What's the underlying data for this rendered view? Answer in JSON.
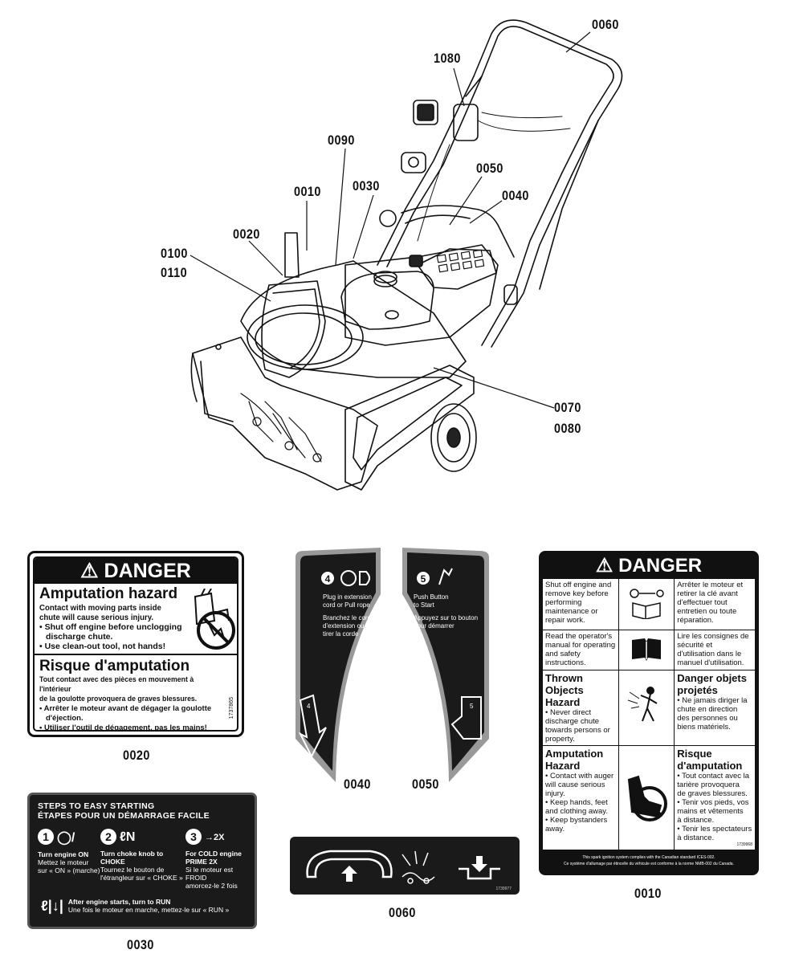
{
  "callouts": {
    "c0060_top": "0060",
    "c1080": "1080",
    "c0090": "0090",
    "c0050_top": "0050",
    "c0040_top": "0040",
    "c0010_top": "0010",
    "c0030_top": "0030",
    "c0020_top": "0020",
    "c0100": "0100",
    "c0110": "0110",
    "c0070": "0070",
    "c0080": "0080",
    "c0020_decal": "0020",
    "c0040_decal": "0040",
    "c0050_decal": "0050",
    "c0010_decal": "0010",
    "c0030_decal": "0030",
    "c0060_decal": "0060"
  },
  "decal_0020": {
    "banner": "DANGER",
    "heading_en": "Amputation hazard",
    "text_en_1": "Contact with moving parts inside",
    "text_en_2": "chute will cause serious injury.",
    "bullet_en_1a": "• Shut off engine before unclogging",
    "bullet_en_1b": "discharge chute.",
    "bullet_en_2": "• Use clean-out tool, not hands!",
    "heading_fr": "Risque d'amputation",
    "text_fr_1": "Tout contact avec des pièces en mouvement à l'intérieur",
    "text_fr_2": "de la goulotte provoquera de graves blessures.",
    "bullet_fr_1a": "• Arrêter le moteur avant de dégager la goulotte",
    "bullet_fr_1b": "d'éjection.",
    "bullet_fr_2": "• Utiliser l'outil de dégagement, pas les mains!",
    "part_code": "1737865"
  },
  "decal_0040": {
    "step": "4",
    "text_en_1": "Plug in extension",
    "text_en_2": "cord or Pull rope",
    "text_fr_1": "Branchez le cordon",
    "text_fr_2": "d'extension ou",
    "text_fr_3": "tirer la corde",
    "arrow_label": "4"
  },
  "decal_0050": {
    "step": "5",
    "text_en_1": "Push Button",
    "text_en_2": "to Start",
    "text_fr_1": "Appuyez sur to bouton",
    "text_fr_2": "pour démarrer",
    "arrow_label": "5"
  },
  "decal_0010": {
    "banner": "DANGER",
    "row1_en": [
      "Shut off engine and",
      "remove key before",
      "performing",
      "maintenance or",
      "repair work."
    ],
    "row1_fr": [
      "Arrêter le moteur et",
      "retirer la clé avant",
      "d'effectuer tout",
      "entretien ou toute",
      "réparation."
    ],
    "row2_en": [
      "Read the operator's",
      "manual for operating",
      "and safety",
      "instructions."
    ],
    "row2_fr": [
      "Lire les consignes de",
      "sécurité et",
      "d'utilisation dans le",
      "manuel d'utilisation."
    ],
    "row3_en_head": [
      "Thrown",
      "Objects Hazard"
    ],
    "row3_en": [
      "• Never direct",
      "discharge chute",
      "towards persons or",
      "property."
    ],
    "row3_fr_head": [
      "Danger objets",
      "projetés"
    ],
    "row3_fr": [
      "• Ne jamais diriger la",
      "chute en direction",
      "des personnes ou",
      "biens matériels."
    ],
    "row4_en_head": [
      "Amputation",
      "Hazard"
    ],
    "row4_en": [
      "• Contact with auger",
      "will cause serious",
      "injury.",
      "• Keep hands, feet",
      "and clothing away.",
      "• Keep bystanders",
      "away."
    ],
    "row4_fr_head": [
      "Risque",
      "d'amputation"
    ],
    "row4_fr": [
      "• Tout contact avec la",
      "tarière provoquera",
      "de graves blessures.",
      "• Tenir vos pieds, vos",
      "mains et vêtements",
      "à distance.",
      "• Tenir les spectateurs",
      "à distance."
    ],
    "part_code": "1739968",
    "footer_1": "This spark ignition system complies with the Canadian standard ICES-002.",
    "footer_2": "Ce système d'allumage par étincelle du véhicule est conforme à la norme NMB-002 du Canada."
  },
  "decal_0030": {
    "title_en": "STEPS TO EASY STARTING",
    "title_fr": "ÉTAPES POUR UN DÉMARRAGE FACILE",
    "step1_num": "1",
    "step1_en": "Turn engine ON",
    "step1_fr_1": "Mettez le moteur",
    "step1_fr_2": "sur « ON » (marche)",
    "step2_num": "2",
    "step2_en": "Turn choke knob to CHOKE",
    "step2_fr_1": "Tournez le bouton de",
    "step2_fr_2": "l'étrangleur sur « CHOKE »",
    "step3_num": "3",
    "step3_icon_label": "2X",
    "step3_en_1": "For COLD engine",
    "step3_en_2": "PRIME 2X",
    "step3_fr_1": "Si le moteur est FROID",
    "step3_fr_2": "amorcez-le 2 fois",
    "run_en": "After engine starts, turn to RUN",
    "run_fr": "Une fois le moteur en marche, mettez-le sur « RUN »"
  },
  "decal_0060": {
    "part_code": "1739977"
  }
}
